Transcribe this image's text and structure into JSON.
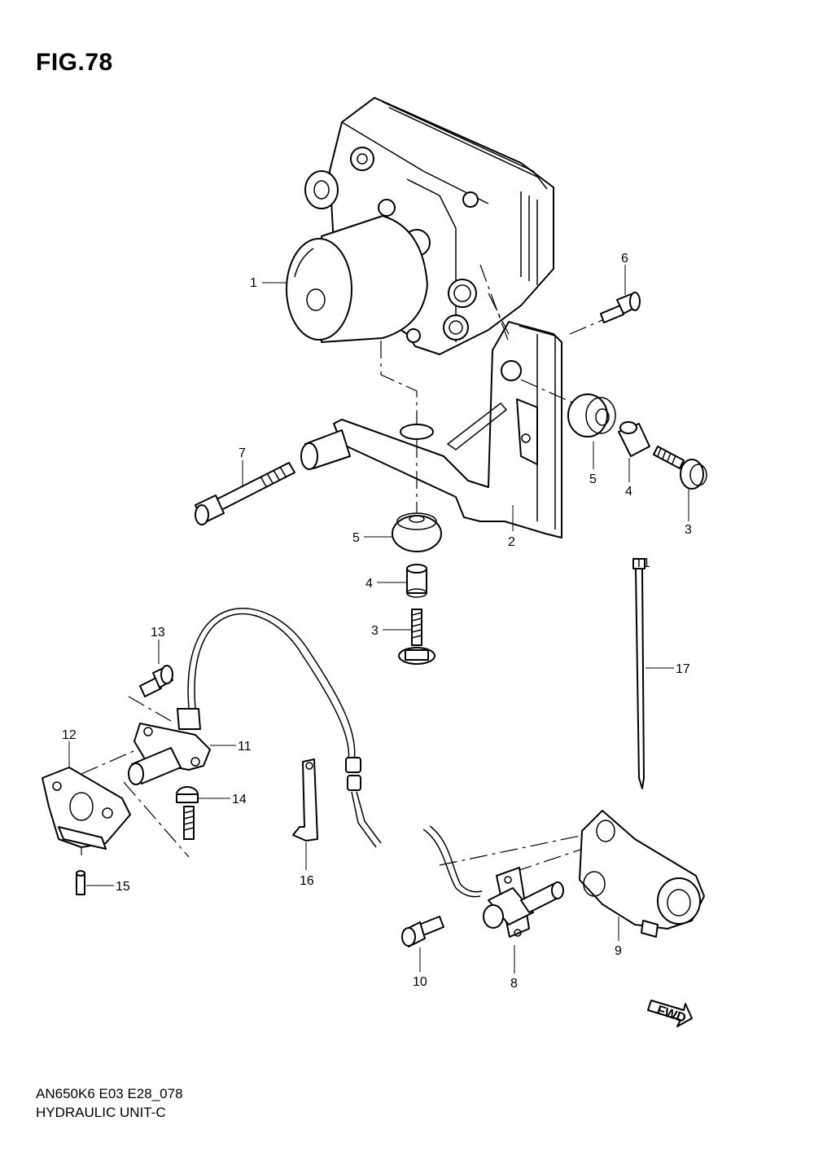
{
  "figure": {
    "title": "FIG.78",
    "code": "AN650K6 E03 E28_078",
    "name": "HYDRAULIC UNIT-C"
  },
  "callouts": [
    "1",
    "2",
    "3",
    "3",
    "4",
    "4",
    "5",
    "5",
    "6",
    "7",
    "8",
    "9",
    "10",
    "11",
    "12",
    "13",
    "14",
    "15",
    "16",
    "17"
  ],
  "fwd_label": "FWD",
  "tie_tag": "T1"
}
